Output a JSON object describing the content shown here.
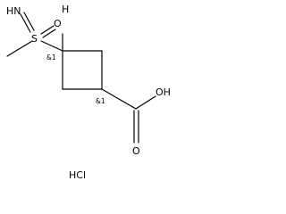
{
  "molecule": {
    "atoms": {
      "imine_nh": "HN",
      "sulfur": "S",
      "sulfoxide_o": "O",
      "hydrogen": "H",
      "hydroxyl": "OH",
      "carbonyl_o": "O"
    },
    "stereo_labels": {
      "c1": "&1",
      "c3": "&1"
    },
    "salt": "HCl"
  }
}
